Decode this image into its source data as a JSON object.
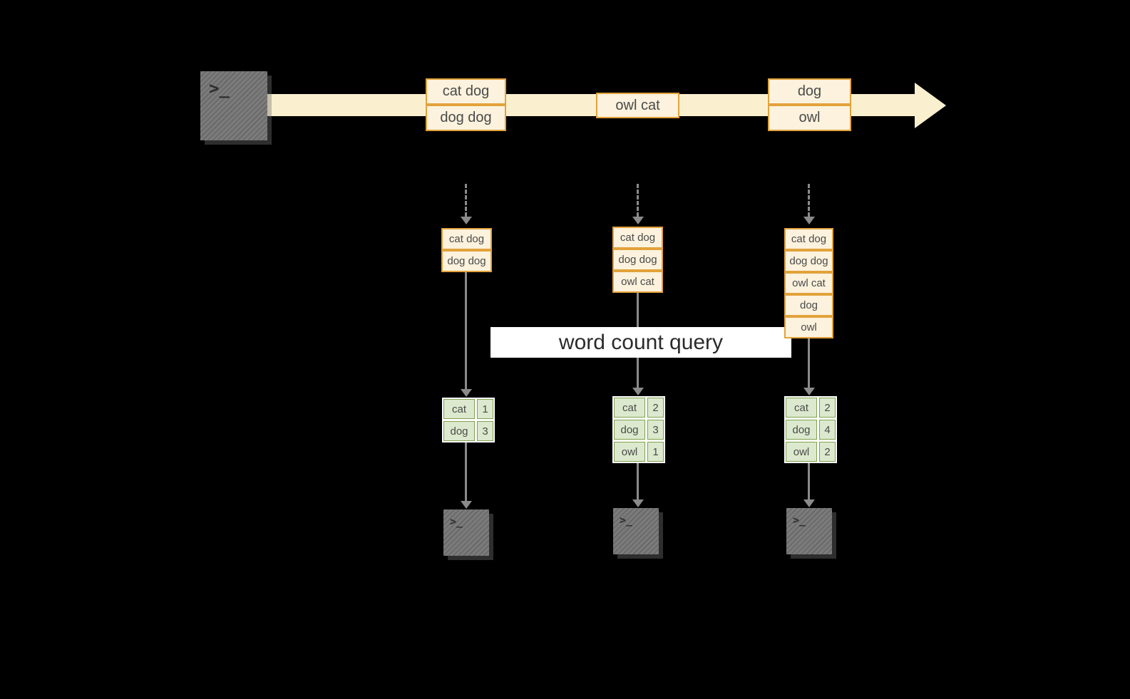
{
  "banner": {
    "label": "word count query"
  },
  "icons": {
    "terminal_glyph": ">_"
  },
  "stream": {
    "groups": [
      {
        "rows": [
          "cat dog",
          "dog dog"
        ]
      },
      {
        "rows": [
          "owl cat"
        ]
      },
      {
        "rows": [
          "dog",
          "owl"
        ]
      }
    ]
  },
  "columns": [
    {
      "records": [
        "cat dog",
        "dog dog"
      ],
      "counts": [
        {
          "word": "cat",
          "count": "1"
        },
        {
          "word": "dog",
          "count": "3"
        }
      ]
    },
    {
      "records": [
        "cat dog",
        "dog dog",
        "owl cat"
      ],
      "counts": [
        {
          "word": "cat",
          "count": "2"
        },
        {
          "word": "dog",
          "count": "3"
        },
        {
          "word": "owl",
          "count": "1"
        }
      ]
    },
    {
      "records": [
        "cat dog",
        "dog dog",
        "owl cat",
        "dog",
        "owl"
      ],
      "counts": [
        {
          "word": "cat",
          "count": "2"
        },
        {
          "word": "dog",
          "count": "4"
        },
        {
          "word": "owl",
          "count": "2"
        }
      ]
    }
  ],
  "colors": {
    "background": "#000000",
    "stream": "#faf0cf",
    "record_border": "#e2a23b",
    "record_fill": "#fcf2dd",
    "table_border": "#7fa24e",
    "table_fill": "#dce9ce",
    "arrow": "#8a8a8a",
    "banner_bg": "#ffffff"
  }
}
